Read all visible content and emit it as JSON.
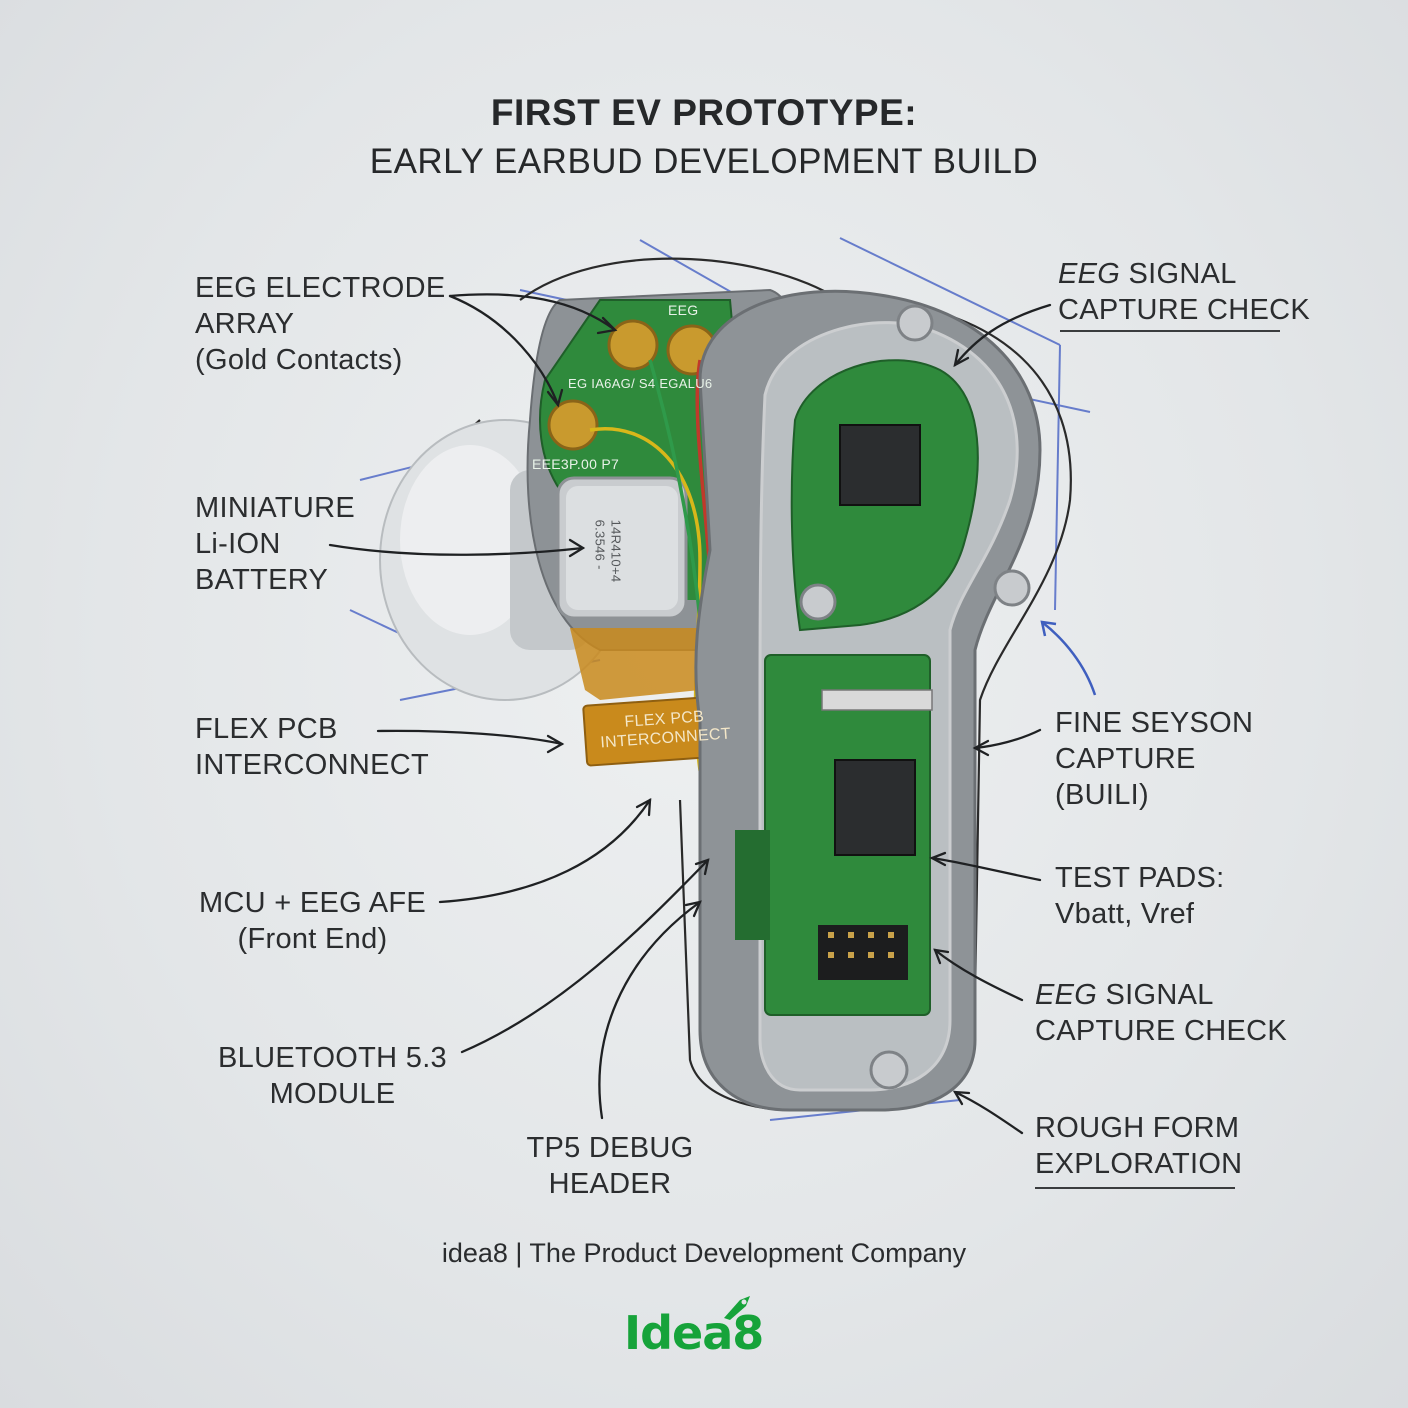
{
  "header": {
    "title": "FIRST EV PROTOTYPE:",
    "subtitle": "EARLY EARBUD DEVELOPMENT BUILD"
  },
  "labels": {
    "electrode": "EEG ELECTRODE\nARRAY\n(Gold Contacts)",
    "battery": "MINIATURE\nLi-ION\nBATTERY",
    "flex": "FLEX PCB\nINTERCONNECT",
    "mcu": "MCU + EEG AFE\n(Front End)",
    "bluetooth": "BLUETOOTH 5.3\nMODULE",
    "debug": "TP5 DEBUG\nHEADER",
    "signal_top_a": "EEG",
    "signal_top_b": " SIGNAL\nCAPTURE CHECK",
    "fine": "FINE SEYSON\nCAPTURE\n(BUILI)",
    "test_pads": "TEST PADS:\nVbatt, Vref",
    "signal_bottom_a": "EEG",
    "signal_bottom_b": " SIGNAL\nCAPTURE CHECK",
    "rough": "ROUGH FORM\nEXPLORATION"
  },
  "device_text": {
    "flex_pcb_silk": "FLEX PCB\nINTERCONNECT",
    "eeg_top": "EEG",
    "eeg_row": "EG  IA6AG/ S4  EGALU6",
    "board_code": "EEE3P.00  P7",
    "battery_code": "14R410+4\n6.3546  -"
  },
  "footer": {
    "company": "idea8 | The Product Development Company",
    "logo": "Idea8"
  },
  "colors": {
    "accent_green": "#16a33a",
    "pcb_green": "#2f8a3c",
    "gold": "#c99a2e",
    "flex_orange": "#c98a1c",
    "sketch_blue": "#3f5fbf"
  }
}
